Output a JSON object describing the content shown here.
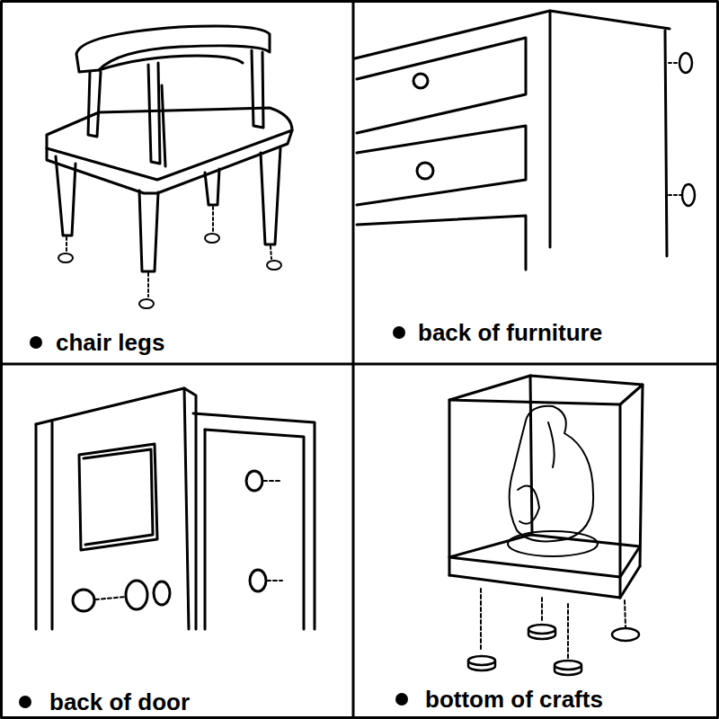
{
  "diagram": {
    "labels": [
      "chair legs",
      "back of furniture",
      "back of door",
      "bottom of crafts"
    ]
  }
}
